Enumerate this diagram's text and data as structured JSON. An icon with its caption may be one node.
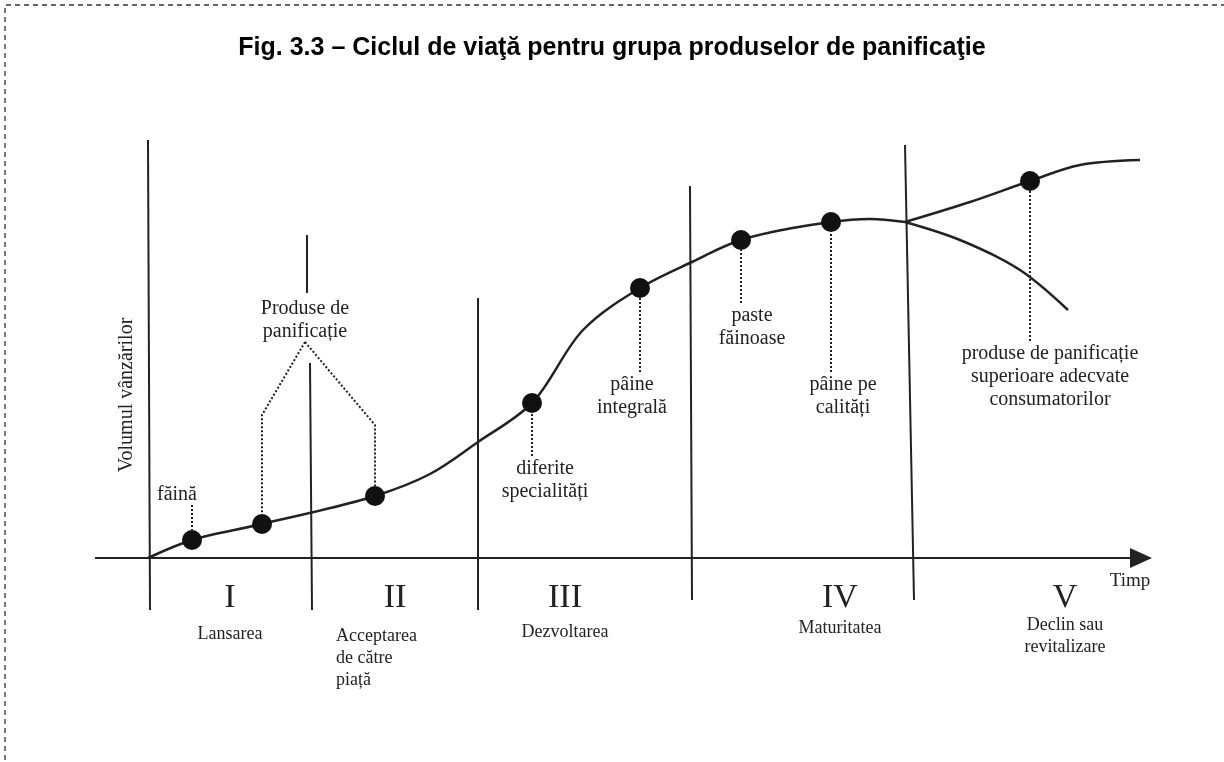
{
  "diagram": {
    "title": "Fig. 3.3 – Ciclul de viaţă pentru grupa produselor de panificaţie",
    "nodes": [
      {
        "text": [
          "făină"
        ]
      },
      {
        "text": [],
        "shape": "circle"
      },
      {
        "text": [
          "Produse de panificație"
        ]
      },
      {
        "text": [],
        "shape": "circle"
      },
      {
        "text": [],
        "shape": "circle"
      },
      {
        "text": [
          "diferite specialități"
        ]
      },
      {
        "text": [],
        "shape": "circle"
      },
      {
        "text": [
          "pâine integrală"
        ]
      },
      {
        "text": [],
        "shape": "circle"
      },
      {
        "text": [
          "paste făinoase"
        ]
      },
      {
        "text": [],
        "shape": "circle"
      },
      {
        "text": [
          "pâine pe calități"
        ]
      },
      {
        "text": [],
        "shape": "circle"
      },
      {
        "text": [
          "produse de panificație superioare adecvate consumatorilor"
        ]
      },
      {
        "text": [],
        "shape": "circle"
      }
    ],
    "edges": [
      {
        "from": 0,
        "to": 1,
        "arrow": "none",
        "style": "dashed"
      },
      {
        "from": 2,
        "to": 3,
        "arrow": "none",
        "style": "dashed"
      },
      {
        "from": 2,
        "to": 4,
        "arrow": "none",
        "style": "dashed"
      },
      {
        "from": 5,
        "to": 6,
        "arrow": "none",
        "style": "dashed"
      },
      {
        "from": 7,
        "to": 8,
        "arrow": "none",
        "style": "dashed"
      },
      {
        "from": 9,
        "to": 10,
        "arrow": "none",
        "style": "dashed"
      },
      {
        "from": 11,
        "to": 12,
        "arrow": "none",
        "style": "dashed"
      },
      {
        "from": 13,
        "to": 14,
        "arrow": "none",
        "style": "dashed"
      }
    ],
    "labels": [
      "Volumul vânzărilor",
      "Timp",
      "I",
      "II",
      "III",
      "IV",
      "V",
      "Lansarea",
      "Acceptarea de către piață",
      "Dezvoltarea",
      "Maturitatea",
      "Declin sau revitalizare"
    ]
  }
}
